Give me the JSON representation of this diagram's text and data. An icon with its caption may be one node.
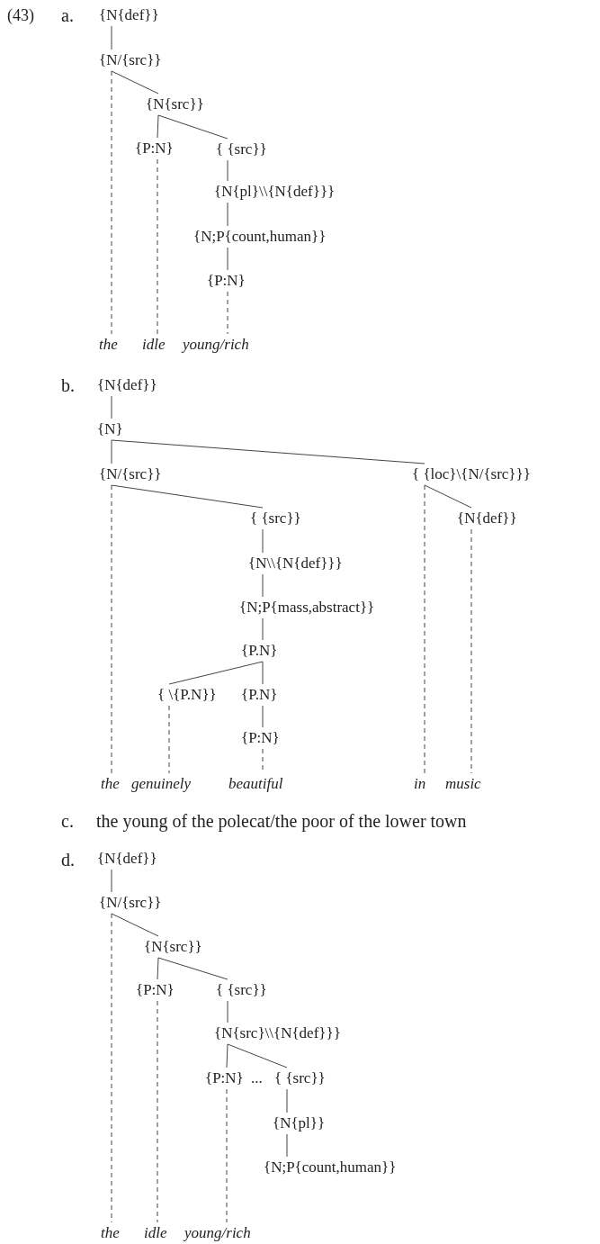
{
  "diagram": {
    "nodes": [
      {
        "text": [
          "{N{def}}"
        ]
      },
      {
        "text": [
          "{N/{src}}"
        ]
      },
      {
        "text": [
          "{N{src}}"
        ]
      },
      {
        "text": [
          "{P:N}"
        ]
      },
      {
        "text": [
          "{ {src}}"
        ]
      },
      {
        "text": [
          "{N{pl}\\\\{N{def}}}"
        ]
      },
      {
        "text": [
          "{N;P{count,human}}"
        ]
      },
      {
        "text": [
          "{P:N}"
        ]
      },
      {
        "text": [
          "the"
        ]
      },
      {
        "text": [
          "idle"
        ]
      },
      {
        "text": [
          "young/rich"
        ]
      },
      {
        "text": [
          "{N{def}}"
        ]
      },
      {
        "text": [
          "{N}"
        ]
      },
      {
        "text": [
          "{N/{src}}"
        ]
      },
      {
        "text": [
          "{ {loc}\\{N/{src}}}"
        ]
      },
      {
        "text": [
          "{ {src}}"
        ]
      },
      {
        "text": [
          "{N{def}}"
        ]
      },
      {
        "text": [
          "{N\\\\{N{def}}}"
        ]
      },
      {
        "text": [
          "{N;P{mass,abstract}}"
        ]
      },
      {
        "text": [
          "{P.N}"
        ]
      },
      {
        "text": [
          "{ \\{P.N}}"
        ]
      },
      {
        "text": [
          "{P.N}"
        ]
      },
      {
        "text": [
          "{P:N}"
        ]
      },
      {
        "text": [
          "the"
        ]
      },
      {
        "text": [
          "genuinely"
        ]
      },
      {
        "text": [
          "beautiful"
        ]
      },
      {
        "text": [
          "in"
        ]
      },
      {
        "text": [
          "music"
        ]
      },
      {
        "text": [
          "{N{def}}"
        ]
      },
      {
        "text": [
          "{N/{src}}"
        ]
      },
      {
        "text": [
          "{N{src}}"
        ]
      },
      {
        "text": [
          "{P:N}"
        ]
      },
      {
        "text": [
          "{ {src}}"
        ]
      },
      {
        "text": [
          "{N{src}\\\\{N{def}}}"
        ]
      },
      {
        "text": [
          "{P:N}"
        ]
      },
      {
        "text": [
          "{ {src}}"
        ]
      },
      {
        "text": [
          "{N{pl}}"
        ]
      },
      {
        "text": [
          "{N;P{count,human}}"
        ]
      },
      {
        "text": [
          "the"
        ]
      },
      {
        "text": [
          "idle"
        ]
      },
      {
        "text": [
          "young/rich"
        ]
      }
    ],
    "edges": [
      {
        "from": 0,
        "to": 1,
        "arrow": "none"
      },
      {
        "from": 1,
        "to": 8,
        "arrow": "none",
        "style": "dashed"
      },
      {
        "from": 1,
        "to": 2,
        "arrow": "none"
      },
      {
        "from": 2,
        "to": 3,
        "arrow": "none"
      },
      {
        "from": 3,
        "to": 9,
        "arrow": "none",
        "style": "dashed"
      },
      {
        "from": 2,
        "to": 4,
        "arrow": "none"
      },
      {
        "from": 4,
        "to": 5,
        "arrow": "none"
      },
      {
        "from": 5,
        "to": 6,
        "arrow": "none"
      },
      {
        "from": 6,
        "to": 7,
        "arrow": "none"
      },
      {
        "from": 7,
        "to": 10,
        "arrow": "none",
        "style": "dashed"
      },
      {
        "from": 11,
        "to": 12,
        "arrow": "none"
      },
      {
        "from": 12,
        "to": 13,
        "arrow": "none"
      },
      {
        "from": 12,
        "to": 14,
        "arrow": "none"
      },
      {
        "from": 13,
        "to": 23,
        "arrow": "none",
        "style": "dashed"
      },
      {
        "from": 13,
        "to": 15,
        "arrow": "none"
      },
      {
        "from": 15,
        "to": 17,
        "arrow": "none"
      },
      {
        "from": 17,
        "to": 18,
        "arrow": "none"
      },
      {
        "from": 18,
        "to": 19,
        "arrow": "none"
      },
      {
        "from": 19,
        "to": 20,
        "arrow": "none"
      },
      {
        "from": 19,
        "to": 21,
        "arrow": "none"
      },
      {
        "from": 21,
        "to": 22,
        "arrow": "none"
      },
      {
        "from": 20,
        "to": 24,
        "arrow": "none",
        "style": "dashed"
      },
      {
        "from": 22,
        "to": 25,
        "arrow": "none",
        "style": "dashed"
      },
      {
        "from": 14,
        "to": 26,
        "arrow": "none",
        "style": "dashed"
      },
      {
        "from": 14,
        "to": 16,
        "arrow": "none"
      },
      {
        "from": 16,
        "to": 27,
        "arrow": "none",
        "style": "dashed"
      },
      {
        "from": 28,
        "to": 29,
        "arrow": "none"
      },
      {
        "from": 29,
        "to": 38,
        "arrow": "none",
        "style": "dashed"
      },
      {
        "from": 29,
        "to": 30,
        "arrow": "none"
      },
      {
        "from": 30,
        "to": 31,
        "arrow": "none"
      },
      {
        "from": 31,
        "to": 39,
        "arrow": "none",
        "style": "dashed"
      },
      {
        "from": 30,
        "to": 32,
        "arrow": "none"
      },
      {
        "from": 32,
        "to": 33,
        "arrow": "none"
      },
      {
        "from": 33,
        "to": 34,
        "arrow": "none"
      },
      {
        "from": 34,
        "to": 40,
        "arrow": "none",
        "style": "dashed"
      },
      {
        "from": 33,
        "to": 35,
        "arrow": "none"
      },
      {
        "from": 35,
        "to": 36,
        "arrow": "none"
      },
      {
        "from": 36,
        "to": 37,
        "arrow": "none"
      }
    ],
    "labels": [
      "(43)",
      "a.",
      "b.",
      "c.",
      "the young of the polecat/the poor of the lower town",
      "d.",
      "..."
    ]
  }
}
